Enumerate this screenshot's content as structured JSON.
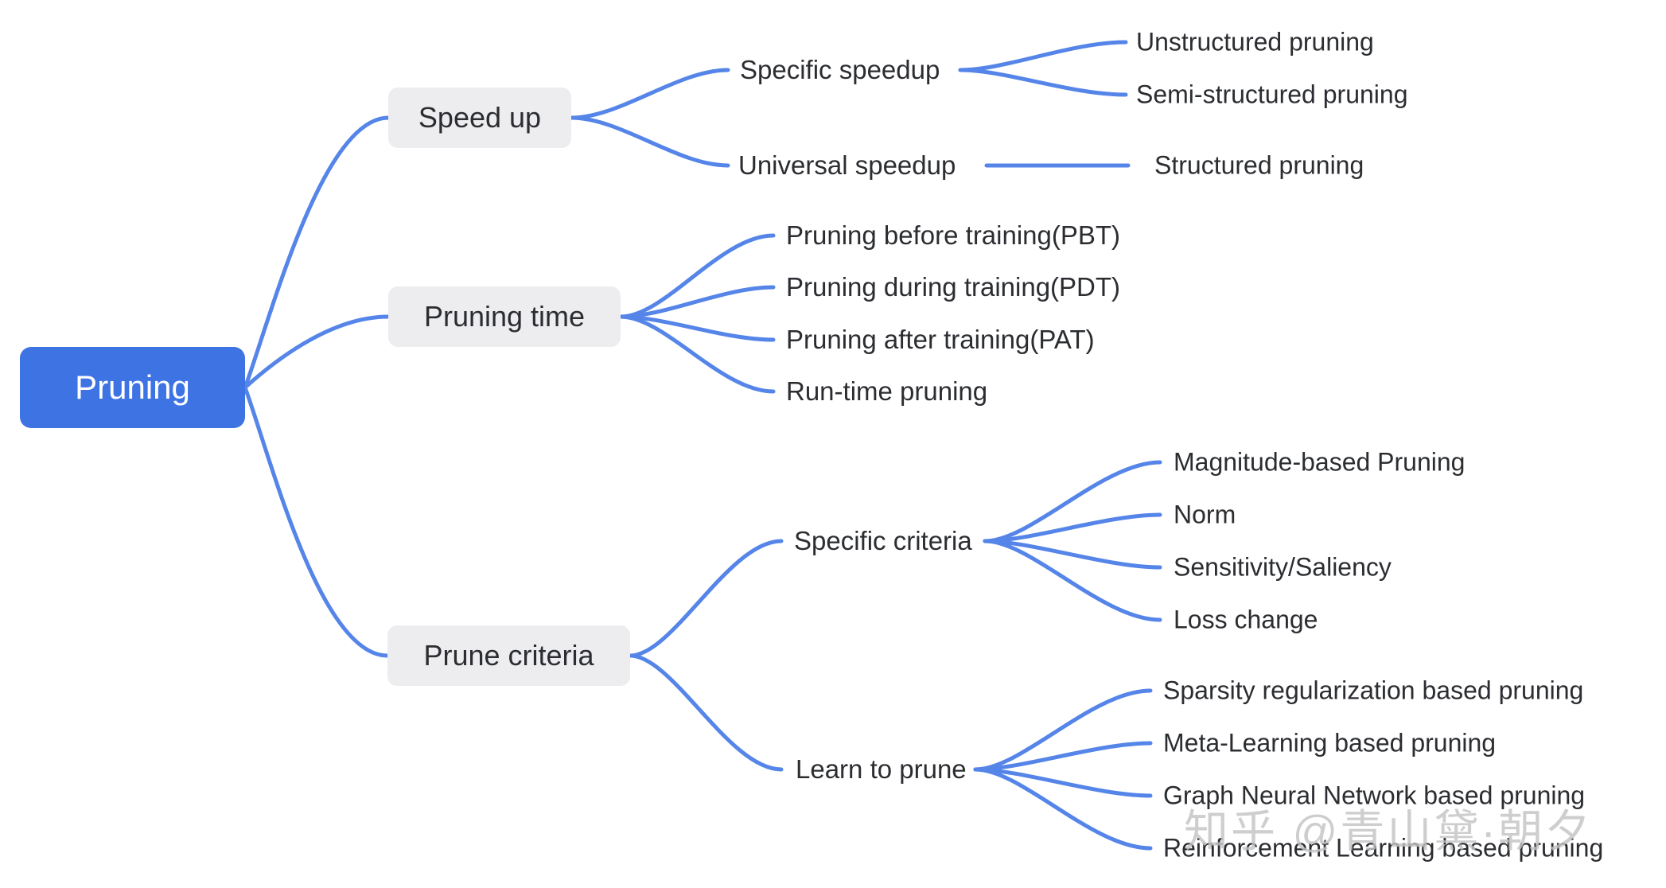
{
  "colors": {
    "root_fill": "#3D73E3",
    "root_text": "#ffffff",
    "branch_fill": "#EDEDEF",
    "label_text": "#2B2D31",
    "connector": "#5585E8",
    "watermark": "#C3C3C5"
  },
  "mindmap": {
    "root": {
      "label": "Pruning"
    },
    "branches": [
      {
        "label": "Speed up",
        "children": [
          {
            "label": "Specific speedup",
            "children": [
              {
                "label": "Unstructured pruning"
              },
              {
                "label": "Semi-structured pruning"
              }
            ]
          },
          {
            "label": "Universal speedup",
            "children": [
              {
                "label": "Structured pruning"
              }
            ]
          }
        ]
      },
      {
        "label": "Pruning time",
        "children": [
          {
            "label": "Pruning before training(PBT)"
          },
          {
            "label": "Pruning during training(PDT)"
          },
          {
            "label": "Pruning after training(PAT)"
          },
          {
            "label": "Run-time pruning"
          }
        ]
      },
      {
        "label": "Prune criteria",
        "children": [
          {
            "label": "Specific criteria",
            "children": [
              {
                "label": "Magnitude-based Pruning"
              },
              {
                "label": "Norm"
              },
              {
                "label": "Sensitivity/Saliency"
              },
              {
                "label": "Loss change"
              }
            ]
          },
          {
            "label": "Learn to prune",
            "children": [
              {
                "label": "Sparsity regularization based pruning"
              },
              {
                "label": "Meta-Learning based pruning"
              },
              {
                "label": "Graph Neural Network based pruning"
              },
              {
                "label": "Reinforcement Learning based pruning"
              }
            ]
          }
        ]
      }
    ]
  },
  "watermark": {
    "text": "知乎 @青山黛·朝夕"
  }
}
